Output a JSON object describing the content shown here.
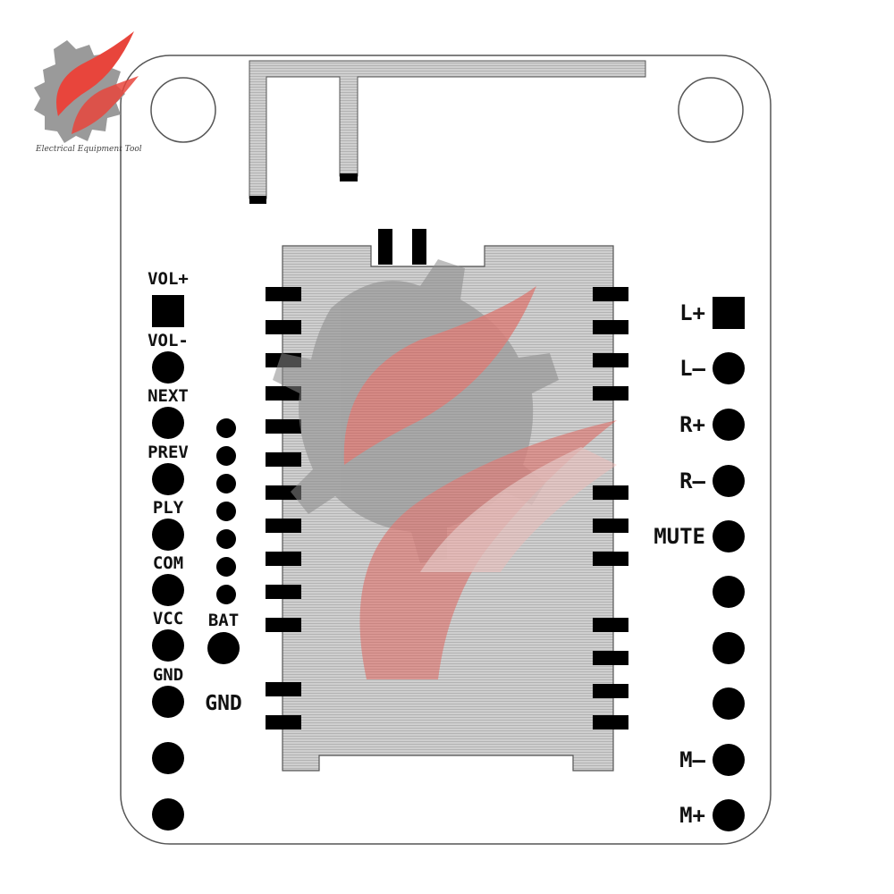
{
  "logo": {
    "caption": "Electrical Equipment Tool"
  },
  "left_header": {
    "labels": [
      "VOL+",
      "VOL-",
      "NEXT",
      "PREV",
      "PLY",
      "COM",
      "VCC",
      "GND"
    ]
  },
  "battery": {
    "bat_label": "BAT",
    "gnd_label": "GND"
  },
  "right_header": {
    "labels": [
      "L+",
      "L—",
      "R+",
      "R—",
      "MUTE",
      "",
      "",
      "",
      "M—",
      "M+"
    ]
  },
  "colors": {
    "board_outline": "#555555",
    "module_fill": "#c8c8c8",
    "pad_black": "#000000",
    "watermark_red": "#e8453c",
    "watermark_gray": "#888888"
  }
}
